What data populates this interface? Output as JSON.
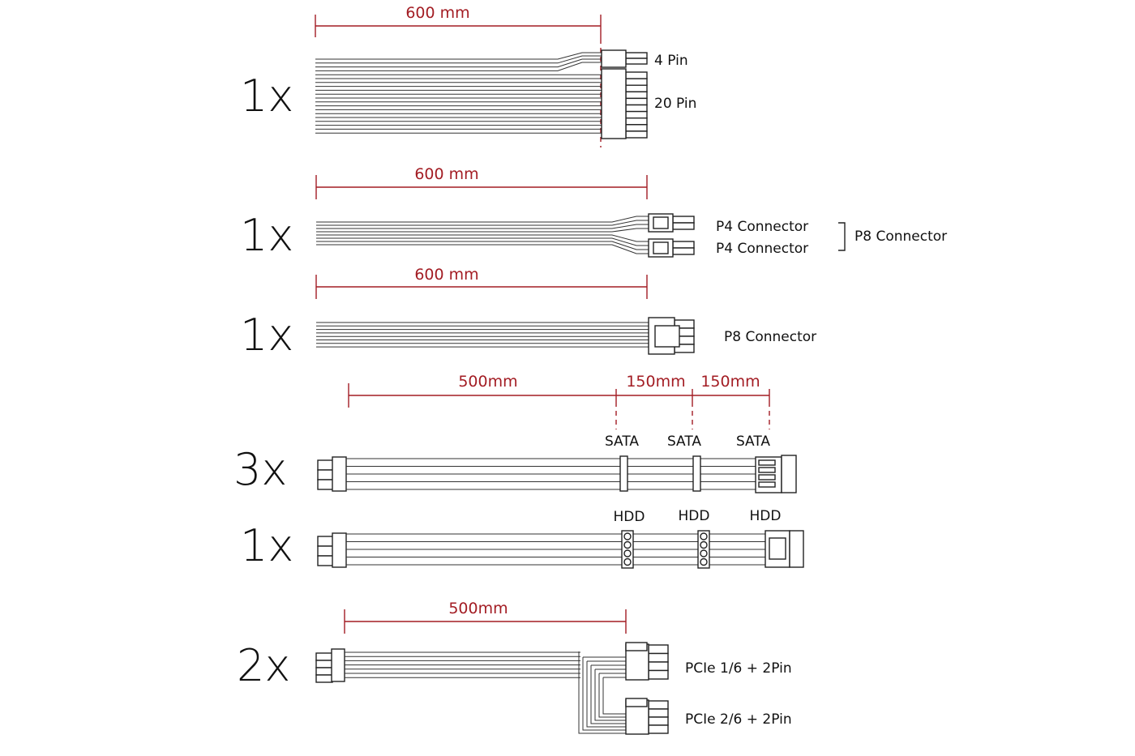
{
  "colors": {
    "dimension": "#a31d24",
    "line": "#222222"
  },
  "cables": [
    {
      "qty": "1x",
      "dims": [
        "600 mm"
      ],
      "labels": [
        "4 Pin",
        "20 Pin"
      ]
    },
    {
      "qty": "1x",
      "dims": [
        "600 mm"
      ],
      "labels": [
        "P4 Connector",
        "P4 Connector"
      ],
      "group_label": "P8 Connector"
    },
    {
      "qty": "1x",
      "dims": [
        "600 mm"
      ],
      "labels": [
        "P8 Connector"
      ]
    },
    {
      "qty": "3x",
      "dims": [
        "500mm",
        "150mm",
        "150mm"
      ],
      "labels": [
        "SATA",
        "SATA",
        "SATA"
      ]
    },
    {
      "qty": "1x",
      "labels": [
        "HDD",
        "HDD",
        "HDD"
      ]
    },
    {
      "qty": "2x",
      "dims": [
        "500mm"
      ],
      "labels": [
        "PCIe 1/6 + 2Pin",
        "PCIe 2/6 + 2Pin"
      ]
    }
  ]
}
